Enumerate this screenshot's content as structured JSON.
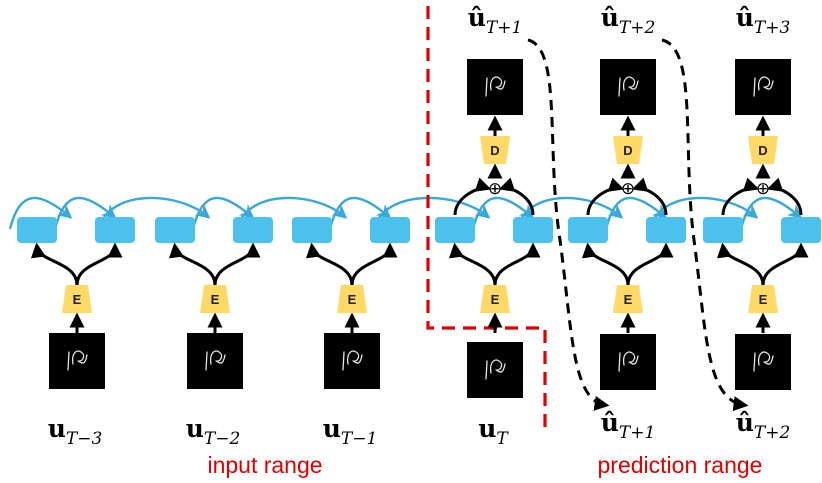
{
  "colors": {
    "state_block": "#4DC1EE",
    "recurrent_arrow": "#3AA8DA",
    "block_fill": "#FFD966",
    "frame": "#000000",
    "range_divider": "#E00000",
    "range_label": "#E00000"
  },
  "blocks": {
    "encoder_label": "E",
    "decoder_label": "D",
    "combine_symbol": "⊕"
  },
  "observed_frames": [
    {
      "base": "u",
      "sub": "T−3"
    },
    {
      "base": "u",
      "sub": "T−2"
    },
    {
      "base": "u",
      "sub": "T−1"
    },
    {
      "base": "u",
      "sub": "T"
    }
  ],
  "predicted_outputs": [
    {
      "base": "û",
      "sub": "T+1"
    },
    {
      "base": "û",
      "sub": "T+2"
    },
    {
      "base": "û",
      "sub": "T+3"
    }
  ],
  "fed_back_inputs": [
    {
      "base": "û",
      "sub": "T+1"
    },
    {
      "base": "û",
      "sub": "T+2"
    }
  ],
  "ranges": {
    "input": "input range",
    "prediction": "prediction range"
  }
}
